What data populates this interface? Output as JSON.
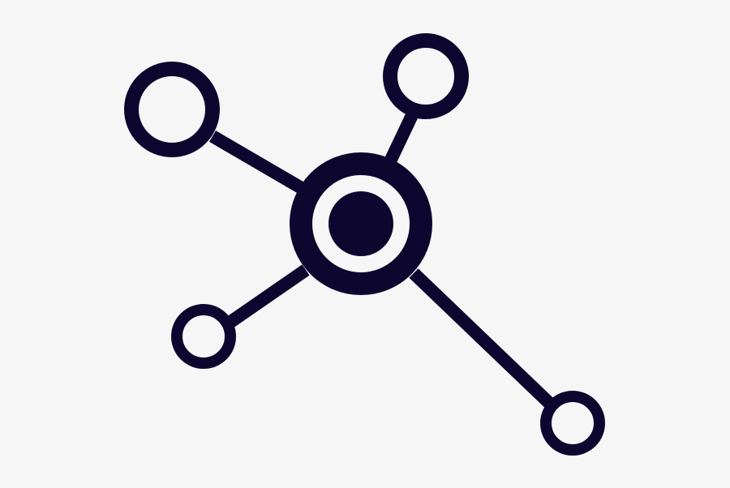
{
  "icon": {
    "name": "network-hub-icon",
    "background_color": "#f6f6f6",
    "foreground_color": "#0d0730",
    "hub": {
      "name": "central-node"
    },
    "satellites": [
      {
        "name": "satellite-node-top-left"
      },
      {
        "name": "satellite-node-top-right"
      },
      {
        "name": "satellite-node-bottom-left"
      },
      {
        "name": "satellite-node-bottom-right"
      }
    ]
  }
}
